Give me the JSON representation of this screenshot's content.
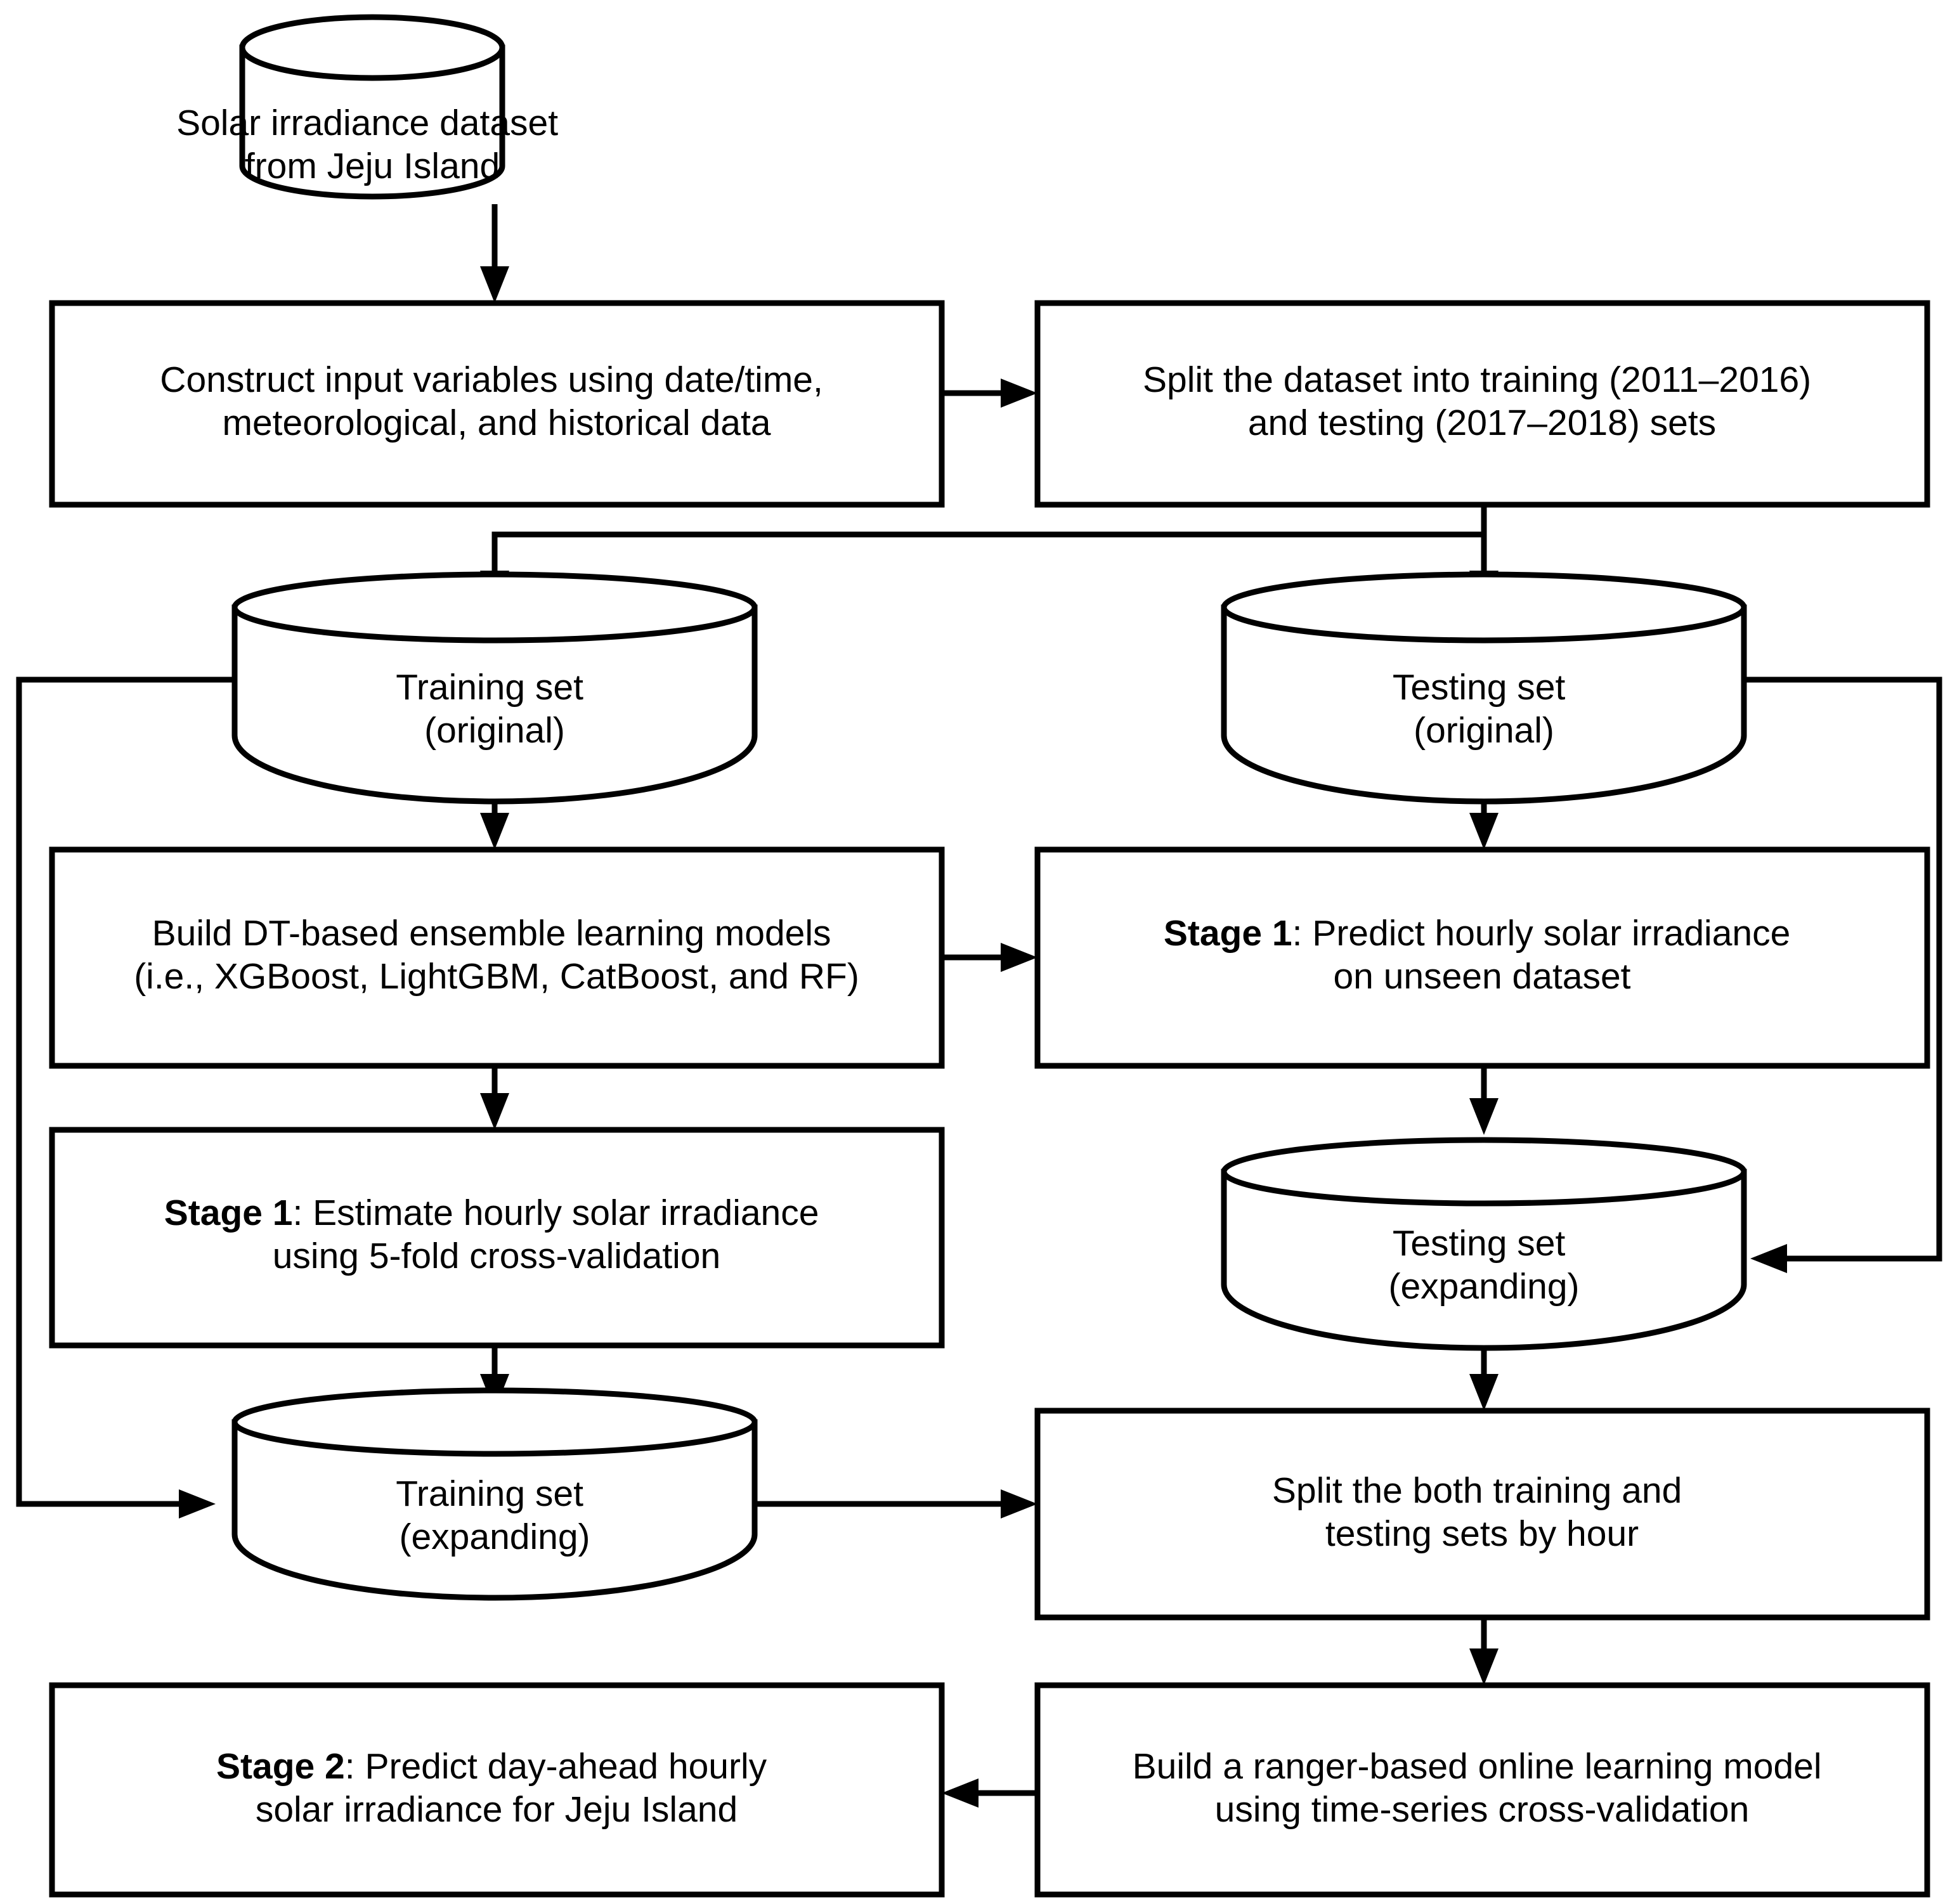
{
  "diagram": {
    "title": "Two-stage solar irradiance forecasting workflow",
    "colors": {
      "stroke": "#000000",
      "fill": "#ffffff",
      "text": "#000000"
    },
    "nodes": {
      "dataset": {
        "shape": "cylinder",
        "line1": "Solar irradiance dataset",
        "line2": "from Jeju Island"
      },
      "construct_inputs": {
        "shape": "rectangle",
        "line1": "Construct input variables using date/time,",
        "line2": "meteorological, and historical data"
      },
      "split_dataset": {
        "shape": "rectangle",
        "line1": "Split the dataset into training (2011–2016)",
        "line2": "and testing (2017–2018) sets"
      },
      "training_original": {
        "shape": "cylinder",
        "line1": "Training set",
        "line2": "(original)"
      },
      "testing_original": {
        "shape": "cylinder",
        "line1": "Testing set",
        "line2": "(original)"
      },
      "build_models": {
        "shape": "rectangle",
        "line1": "Build DT-based ensemble learning models",
        "line2": "(i.e., XGBoost, LightGBM, CatBoost, and RF)"
      },
      "stage1_predict": {
        "shape": "rectangle",
        "bold_prefix": "Stage 1",
        "line1_rest": ": Predict hourly solar irradiance",
        "line2": "on unseen dataset"
      },
      "stage1_estimate": {
        "shape": "rectangle",
        "bold_prefix": "Stage 1",
        "line1_rest": ": Estimate hourly solar irradiance",
        "line2": "using 5-fold cross-validation"
      },
      "testing_expanding": {
        "shape": "cylinder",
        "line1": "Testing set",
        "line2": "(expanding)"
      },
      "training_expanding": {
        "shape": "cylinder",
        "line1": "Training set",
        "line2": "(expanding)"
      },
      "split_by_hour": {
        "shape": "rectangle",
        "line1": "Split the both training and",
        "line2": "testing sets by hour"
      },
      "stage2_predict": {
        "shape": "rectangle",
        "bold_prefix": "Stage 2",
        "line1_rest": ": Predict day-ahead hourly",
        "line2": "solar irradiance for Jeju Island"
      },
      "build_online": {
        "shape": "rectangle",
        "line1": "Build a ranger-based online learning model",
        "line2": "using time-series cross-validation"
      }
    }
  }
}
